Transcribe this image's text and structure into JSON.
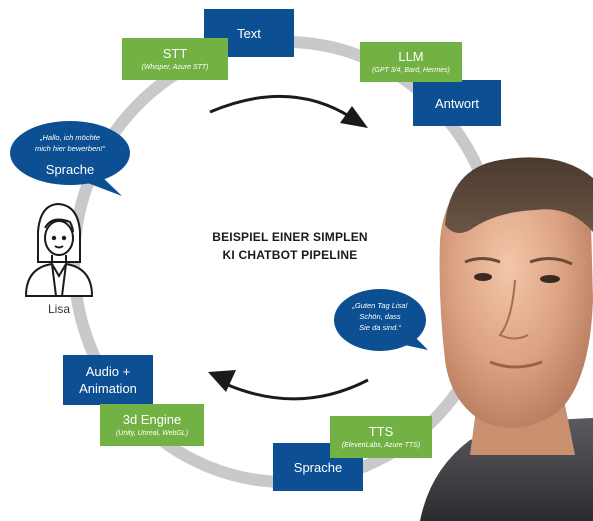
{
  "diagram": {
    "title_lines": [
      "BEISPIEL EINER SIMPLEN",
      "KI CHATBOT PIPELINE"
    ],
    "colors": {
      "ring": "#c9c9cc",
      "blue": "#0d4f93",
      "green": "#72b244",
      "arrow": "#1a1a1a"
    },
    "nodes": {
      "text": {
        "label": "Text"
      },
      "stt": {
        "label": "STT",
        "sub": "(Whisper, Azure STT)"
      },
      "llm": {
        "label": "LLM",
        "sub": "(GPT 3/4, Bard, Hermes)"
      },
      "antwort": {
        "label": "Antwort"
      },
      "tts": {
        "label": "TTS",
        "sub": "(ElevenLabs, Azure TTS)"
      },
      "sprache_bottom": {
        "label": "Sprache"
      },
      "audio_animation": {
        "label_lines": [
          "Audio +",
          "Animation"
        ]
      },
      "engine": {
        "label": "3d Engine",
        "sub": "(Unity, Unreal, WebGL)"
      }
    },
    "user_bubble": {
      "quote_lines": [
        "„Hallo, ich möchte",
        "mich hier bewerben!“"
      ],
      "label": "Sprache"
    },
    "avatar_bubble": {
      "quote_lines": [
        "„Guten Tag Lisa!",
        "Schön, dass",
        "Sie da sind.“"
      ]
    },
    "user": {
      "name": "Lisa",
      "icon": "woman-avatar-icon"
    },
    "avatar": {
      "icon": "man-face-photo"
    }
  }
}
